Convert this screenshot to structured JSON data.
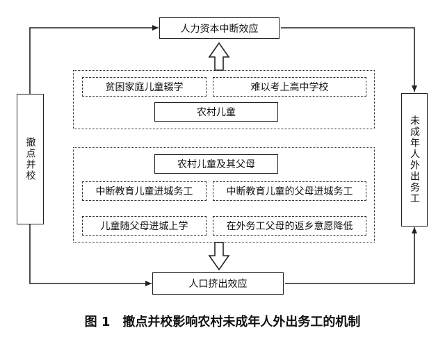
{
  "top_effect": "人力资本中断效应",
  "bottom_effect": "人口挤出效应",
  "left_cause": "撤点并校",
  "right_result": "未成年人外出务工",
  "upper_group": {
    "items": [
      "贫困家庭儿童辍学",
      "难以考上高中学校"
    ],
    "subject": "农村儿童"
  },
  "lower_group": {
    "subject": "农村儿童及其父母",
    "items": [
      "中断教育儿童进城务工",
      "中断教育儿童的父母进城务工",
      "儿童随父母进城上学",
      "在外务工父母的返乡意愿降低"
    ]
  },
  "caption": {
    "number": "图 1",
    "title": "撤点并校影响农村未成年人外出务工的机制"
  }
}
